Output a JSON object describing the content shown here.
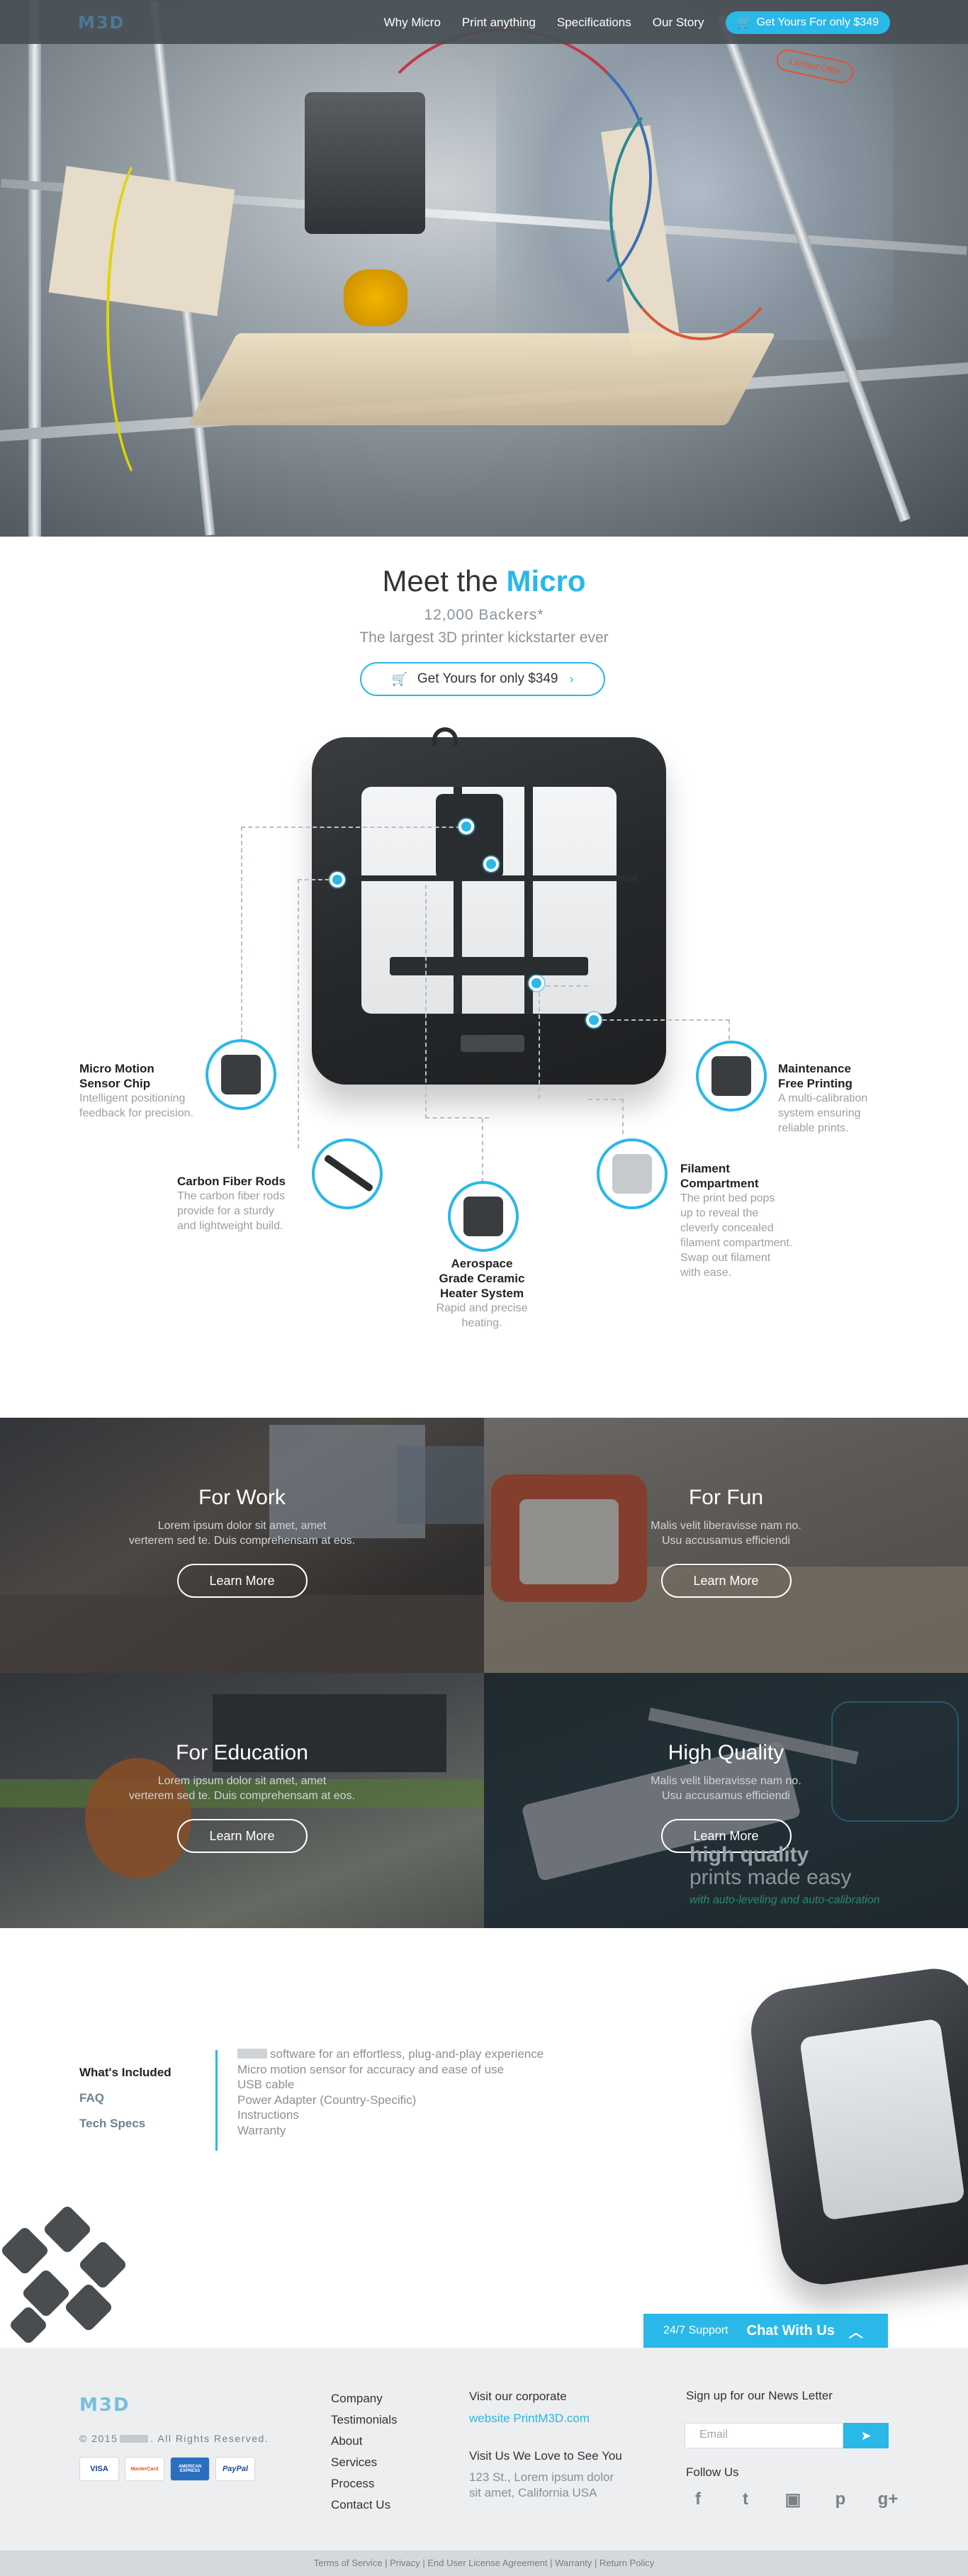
{
  "nav": {
    "links": [
      "Why Micro",
      "Print anything",
      "Specifications",
      "Our Story"
    ],
    "cta": "Get Yours For only $349",
    "icons": {
      "cart": "cart-icon"
    }
  },
  "hero": {
    "badge": "Limited Offer"
  },
  "meet": {
    "title_prefix": "Meet the",
    "title_highlight": "Micro",
    "backers": "12,000 Backers*",
    "subtitle": "The largest 3D printer kickstarter ever",
    "cta": "Get Yours for only $349"
  },
  "features": [
    {
      "title1": "Micro Motion",
      "title2": "Sensor Chip",
      "text": [
        "Intelligent positioning",
        "feedback for precision."
      ]
    },
    {
      "title1": "Carbon Fiber Rods",
      "title2": "",
      "text": [
        "The carbon fiber rods",
        "provide for a sturdy",
        "and lightweight build."
      ]
    },
    {
      "title1": "Aerospace",
      "title2": "Grade Ceramic",
      "title3": "Heater System",
      "text": [
        "Rapid and precise",
        "heating."
      ]
    },
    {
      "title1": "Filament",
      "title2": "Compartment",
      "text": [
        "The print bed pops",
        "up to reveal the",
        "cleverly concealed",
        "filament compartment.",
        "Swap out filament",
        "with ease."
      ]
    },
    {
      "title1": "Maintenance",
      "title2": "Free Printing",
      "text": [
        "A multi-calibration",
        "system ensuring",
        "reliable prints."
      ]
    }
  ],
  "tiles": [
    {
      "title": "For Work",
      "body": [
        "Lorem ipsum dolor sit amet, amet",
        "verterem sed te. Duis comprehensam at eos."
      ],
      "button": "Learn More"
    },
    {
      "title": "For Fun",
      "body": [
        "Malis velit liberavisse nam no.",
        "Usu accusamus efficiendi"
      ],
      "button": "Learn More"
    },
    {
      "title": "For Education",
      "body": [
        "Lorem ipsum dolor sit amet, amet",
        "verterem sed te. Duis comprehensam at eos."
      ],
      "button": "Learn More"
    },
    {
      "title": "High Quality",
      "body": [
        "Malis velit liberavisse nam no.",
        "Usu accusamus efficiendi"
      ],
      "button": "Learn More"
    }
  ],
  "hq_overlay": {
    "line1": "high quality",
    "line2": "prints made easy",
    "line3": "with auto-leveling and auto-calibration"
  },
  "included": {
    "tabs": [
      "What's Included",
      "FAQ",
      "Tech Specs"
    ],
    "active_tab": 0,
    "items": [
      "software for an effortless, plug-and-play experience",
      "Micro motion sensor for accuracy and ease of use",
      "USB cable",
      "Power Adapter (Country-Specific)",
      "Instructions",
      "Warranty"
    ]
  },
  "chat": {
    "support": "24/7 Support",
    "label": "Chat With Us"
  },
  "footer": {
    "copyright_prefix": "© 2015",
    "copyright_suffix": ". All Rights Reserved.",
    "cards": [
      "VISA",
      "MasterCard",
      "AMERICAN EXPRESS",
      "PayPal"
    ],
    "links": [
      "Company",
      "Testimonials",
      "About",
      "Services",
      "Process",
      "Contact Us"
    ],
    "corporate_label": "Visit our corporate",
    "corporate_link": "website PrintM3D.com",
    "visit_label": "Visit Us We Love to See You",
    "address1": "123 St., Lorem ipsum dolor",
    "address2": "sit amet, California USA",
    "newsletter": "Sign up for our News Letter",
    "email_placeholder": "Email",
    "follow": "Follow Us",
    "social": [
      "f",
      "t",
      "▣",
      "p",
      "g+"
    ],
    "bottom": "Terms of Service | Privacy | End User License Agreement | Warranty | Return Policy"
  }
}
